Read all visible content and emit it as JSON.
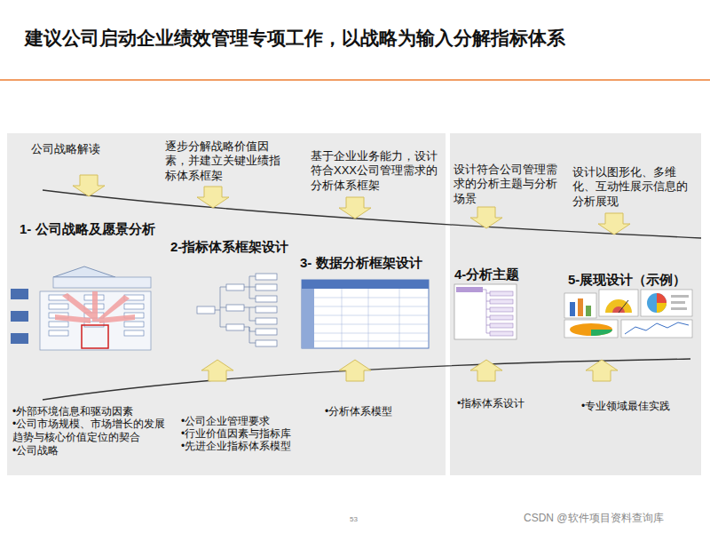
{
  "diagram": {
    "title": "建议公司启动企业绩效管理专项工作，以战略为输入分解指标体系",
    "nodes": [
      {
        "text": [
          "公司战略解读",
          "逐步分解战略价值因素，并建立关键业绩指标体系框架",
          "基于企业业务能力，设计符合XXX公司管理需求的分析体系框架",
          "1- 公司战略及愿景分析",
          "2-指标体系框架设计",
          "3- 数据分析框架设计",
          "•外部环境信息和驱动因素",
          "•公司市场规模、市场增长的发展趋势与核心价值定位的契合",
          "•公司战略",
          "•公司企业管理要求",
          "•行业价值因素与指标库",
          "•先进企业指标体系模型",
          "•分析体系模型"
        ]
      },
      {
        "text": [
          "设计符合公司管理需求的分析主题与分析场景",
          "设计以图形化、多维化、互动性展示信息的分析展现",
          "4-分析主题",
          "5-展现设计（示例）",
          "•指标体系设计",
          "•专业领域最佳实践"
        ]
      }
    ],
    "edges": [],
    "labels": [
      "53",
      "CSDN @软件项目资料查询库"
    ]
  }
}
